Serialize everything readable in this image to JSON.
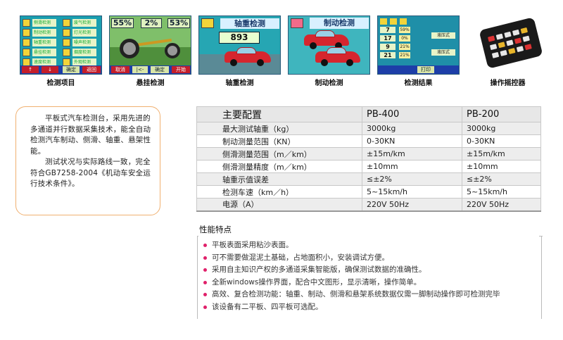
{
  "thumbnails": [
    {
      "caption": "检测项目",
      "items": [
        "侧滑检测",
        "制动检测",
        "轴重检测",
        "悬挂检测",
        "速度检测",
        "废气检测",
        "灯光检测",
        "噪声检测",
        "烟度检测",
        "外观检测"
      ],
      "buttons": [
        "↑",
        "↓",
        "确定",
        "返回"
      ]
    },
    {
      "caption": "悬挂检测",
      "readouts": [
        "55%",
        "2%",
        "53%"
      ],
      "buttons": [
        "取消",
        "|<-",
        "确定",
        "开始"
      ]
    },
    {
      "caption": "轴重检测",
      "title": "轴重检测",
      "value": "893"
    },
    {
      "caption": "制动检测",
      "title": "制动检测"
    },
    {
      "caption": "检测结果",
      "rows": [
        "7",
        "17",
        "9",
        "21"
      ],
      "labels": [
        "59%",
        "0%",
        "21%",
        "21%"
      ],
      "tags": [
        "液压式",
        "液压式"
      ],
      "buttons": [
        "打印"
      ]
    },
    {
      "caption": "操作摇控器"
    }
  ],
  "description": {
    "paragraph1": "平板式汽车检测台，采用先进的多通道并行数据采集技术，能全自动检测汽车制动、侧滑、轴重、悬架性能。",
    "paragraph2": "测试状况与实际路线一致，完全符合GB7258-2004《机动车安全运行技术条件》。"
  },
  "spec_table": {
    "headers": [
      "主要配置",
      "PB-400",
      "PB-200"
    ],
    "rows": [
      [
        "最大测试轴重（kg）",
        "3000kg",
        "3000kg"
      ],
      [
        "制动测量范围（KN）",
        "0-30KN",
        "0-30KN"
      ],
      [
        "侧滑测量范围（m／km）",
        "±15m/km",
        "±15m/km"
      ],
      [
        "侧滑测量精度（m／km）",
        "±10mm",
        "±10mm"
      ],
      [
        "轴重示值误差",
        "≤±2%",
        "≤±2%"
      ],
      [
        "检测车速（km／h）",
        "5~15km/h",
        "5~15km/h"
      ],
      [
        "电源（A）",
        "220V 50Hz",
        "220V 50Hz"
      ]
    ]
  },
  "features": {
    "title": "性能特点",
    "items": [
      "平板表面采用粘沙表面。",
      "可不需要做混泥土基础，占地面积小，安装调试方便。",
      "采用自主知识产权的多通道采集智能版，确保测试数据的准确性。",
      "全新windows操作界面，配合中文图形，显示清晰，操作简单。",
      "高效、复合检测功能：轴重、制动、侧滑和悬架系统数据仅需一脚制动操作即可检测完毕",
      "该设备有二平板、四平板可选配。"
    ]
  },
  "colors": {
    "accent_orange": "#f0b070",
    "bullet": "#e0206a",
    "screen_teal": "#1a9fb0",
    "screen_bar": "#1d3ea8"
  }
}
